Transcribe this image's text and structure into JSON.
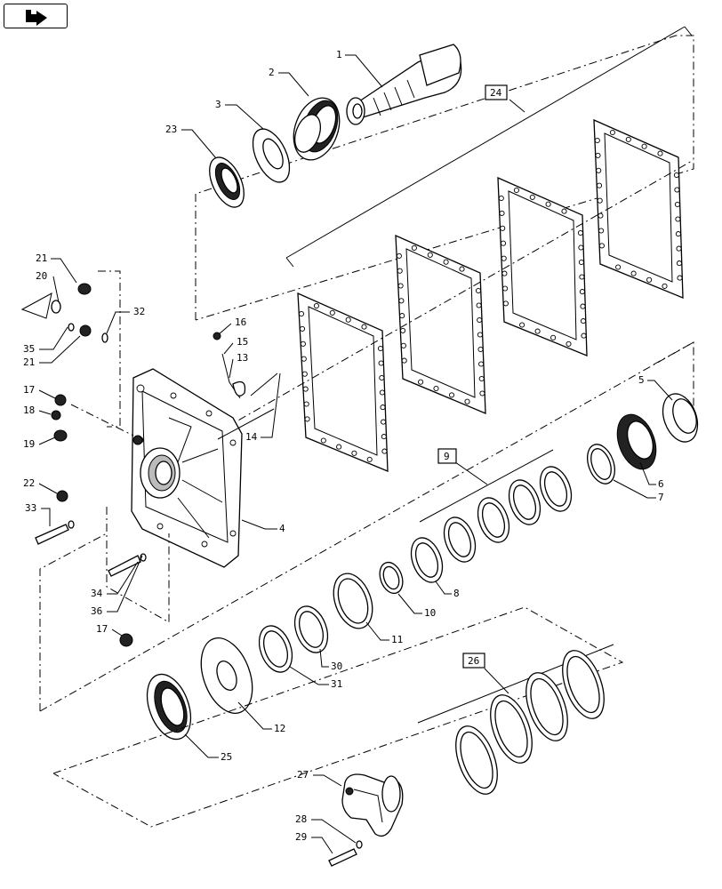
{
  "nav_icon": "return-arrow-icon",
  "callouts": {
    "p1": "1",
    "p2": "2",
    "p3": "3",
    "p4": "4",
    "p5": "5",
    "p6": "6",
    "p7": "7",
    "p8": "8",
    "p10": "10",
    "p11": "11",
    "p12": "12",
    "p13": "13",
    "p14": "14",
    "p15": "15",
    "p16": "16",
    "p17a": "17",
    "p17b": "17",
    "p18": "18",
    "p19": "19",
    "p20": "20",
    "p21a": "21",
    "p21b": "21",
    "p22": "22",
    "p23": "23",
    "p25": "25",
    "p27": "27",
    "p28": "28",
    "p29": "29",
    "p30": "30",
    "p31": "31",
    "p32": "32",
    "p33": "33",
    "p34": "34",
    "p35": "35",
    "p36": "36"
  },
  "kit_labels": {
    "k9": "9",
    "k24": "24",
    "k26": "26"
  }
}
